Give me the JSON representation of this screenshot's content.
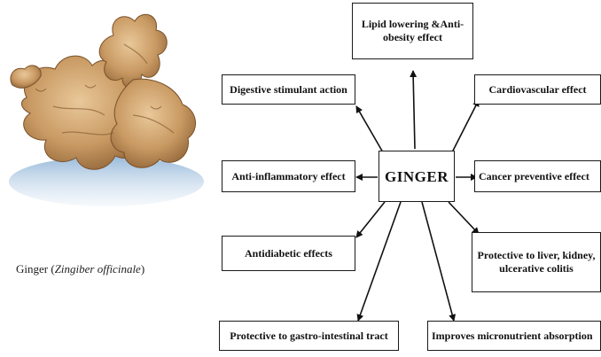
{
  "photo": {
    "icon": "ginger-root-photo"
  },
  "caption": {
    "prefix": "Ginger (",
    "species": "Zingiber officinale",
    "suffix": ")"
  },
  "center_label": "GINGER",
  "effects": {
    "lipid": [
      "Lipid lowering &Anti-",
      "obesity effect"
    ],
    "digestive": "Digestive stimulant action",
    "cardio": "Cardiovascular effect",
    "anti_inflammatory": "Anti-inflammatory effect",
    "cancer": "Cancer preventive effect",
    "antidiabetic": "Antidiabetic effects",
    "liver": [
      "Protective to liver, kidney,",
      "ulcerative colitis"
    ],
    "gi_tract": "Protective to gastro-intestinal tract",
    "micronutrient": "Improves micronutrient absorption"
  }
}
